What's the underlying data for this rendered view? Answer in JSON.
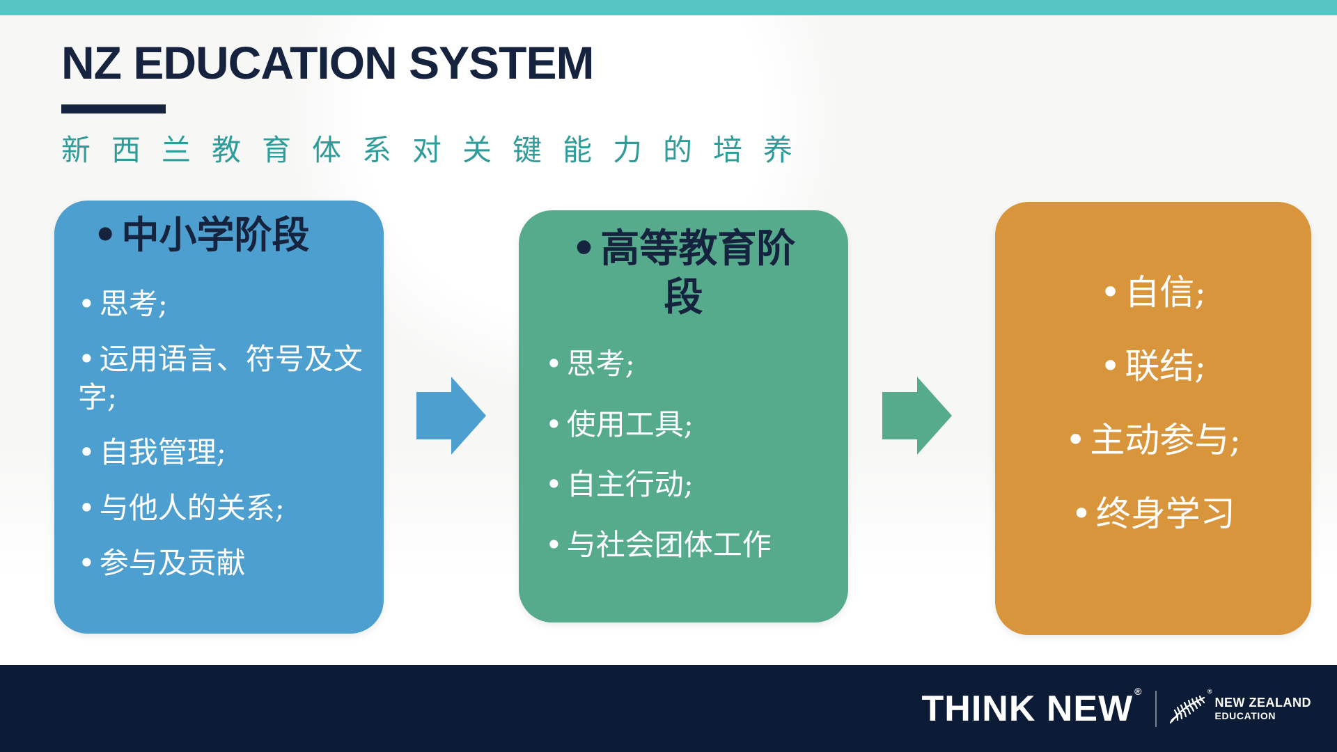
{
  "bullet": "•",
  "header": {
    "title": "NZ EDUCATION SYSTEM",
    "subtitle": "新西兰教育体系对关键能力的培养"
  },
  "boxes": [
    {
      "heading": "中小学阶段",
      "items": [
        "思考;",
        "运用语言、符号及文字;",
        "自我管理;",
        "与他人的关系;",
        "参与及贡献"
      ],
      "color": "#4c9fce"
    },
    {
      "heading": "高等教育阶段",
      "items": [
        "思考;",
        "使用工具;",
        "自主行动;",
        "与社会团体工作"
      ],
      "color": "#57ab8d"
    },
    {
      "heading": null,
      "items": [
        "自信;",
        "联结;",
        "主动参与;",
        "终身学习"
      ],
      "color": "#d9953c"
    }
  ],
  "arrows": [
    {
      "direction": "right",
      "color": "#4c9fce"
    },
    {
      "direction": "right",
      "color": "#57ab8d"
    }
  ],
  "footer": {
    "brand": "THINK NEW",
    "registered_mark": "®",
    "org_line1": "NEW ZEALAND",
    "org_line2": "EDUCATION"
  },
  "colors": {
    "top_bar": "#57c5c3",
    "title_text": "#16233f",
    "subtitle_text": "#2e9c99",
    "box_body_text": "#ffffff",
    "box_heading_text": "#16233f",
    "footer_background": "#0c1b36",
    "footer_text": "#ffffff"
  }
}
